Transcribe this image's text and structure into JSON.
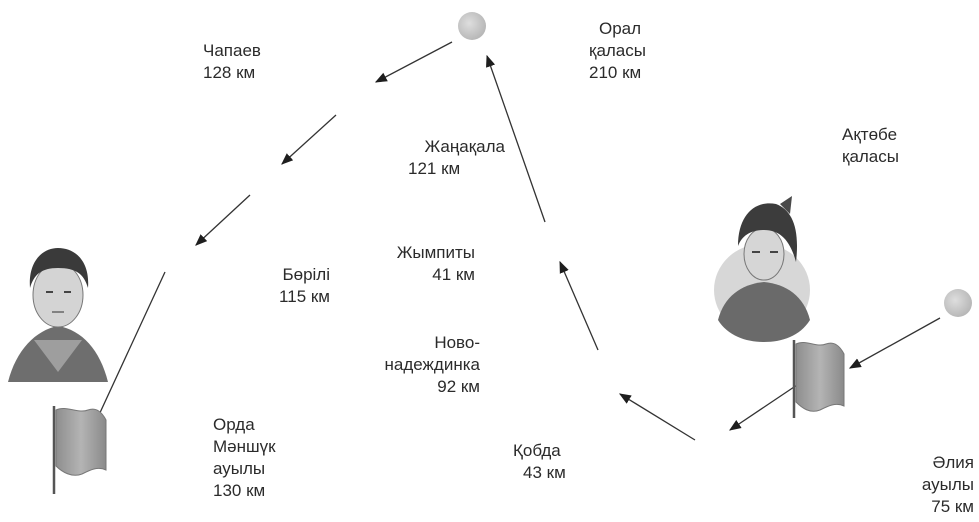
{
  "places": {
    "chapaev": {
      "name": "Чапаев",
      "distance": "128 км"
    },
    "oral": {
      "name_1": "Орал",
      "name_2": "қаласы",
      "distance": "210 км"
    },
    "zhanakala": {
      "name": "Жаңақала",
      "distance": "121 км"
    },
    "aktobe": {
      "name_1": "Ақтөбе",
      "name_2": "қаласы"
    },
    "berili": {
      "name": "Бөрілі",
      "distance": "115 км"
    },
    "zhympity": {
      "name": "Жымпиты",
      "distance": "41 км"
    },
    "novonadezhdinka": {
      "name_1": "Ново-",
      "name_2": "надеждинка",
      "distance": "92 км"
    },
    "orda": {
      "name_1": "Орда",
      "name_2": "Мәншүк",
      "name_3": "ауылы",
      "distance": "130 км"
    },
    "kobda": {
      "name": "Қобда",
      "distance": "43 км"
    },
    "aliya": {
      "name_1": "Әлия",
      "name_2": "ауылы",
      "distance": "75 км"
    }
  },
  "colors": {
    "ink": "#2b2b2b",
    "city_dot": "#c9c9c9",
    "flag": "#9a9a9a"
  },
  "icons": [
    "city-dot-icon",
    "flag-icon",
    "portrait-icon",
    "arrow-icon"
  ]
}
